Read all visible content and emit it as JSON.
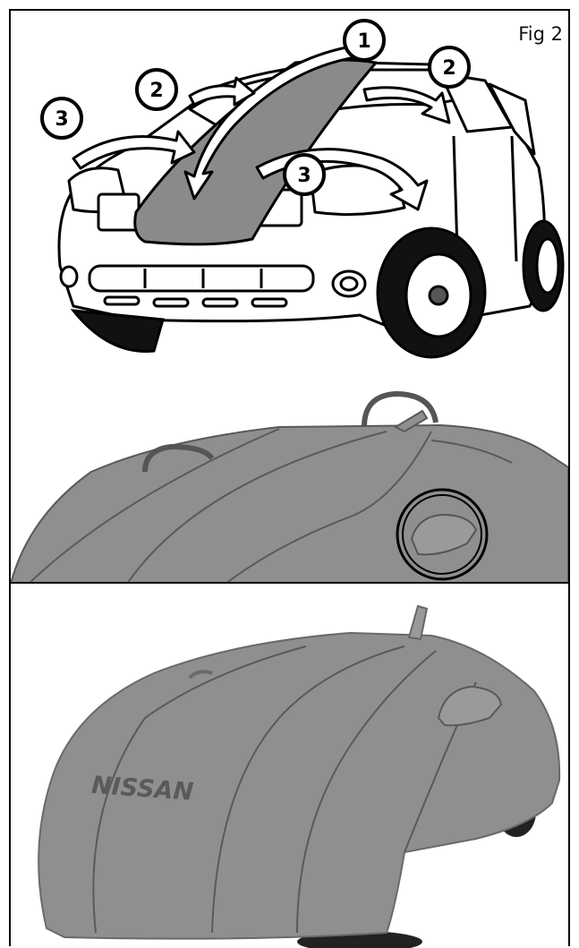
{
  "figure": {
    "label": "Fig 2"
  },
  "steps": [
    {
      "number": "1",
      "meaning": "hood"
    },
    {
      "number": "2",
      "meaning": "side mirrors"
    },
    {
      "number": "3",
      "meaning": "headlights / fenders"
    }
  ],
  "step_markers": {
    "one": "1",
    "two_left": "2",
    "two_right": "2",
    "three_left": "3",
    "three_right": "3"
  },
  "cover": {
    "brand_text": "NISSAN"
  },
  "colors": {
    "cover_gray": "#8f8f8f",
    "cover_seam": "#5a5a5a",
    "line_art": "#000000",
    "background": "#ffffff"
  }
}
